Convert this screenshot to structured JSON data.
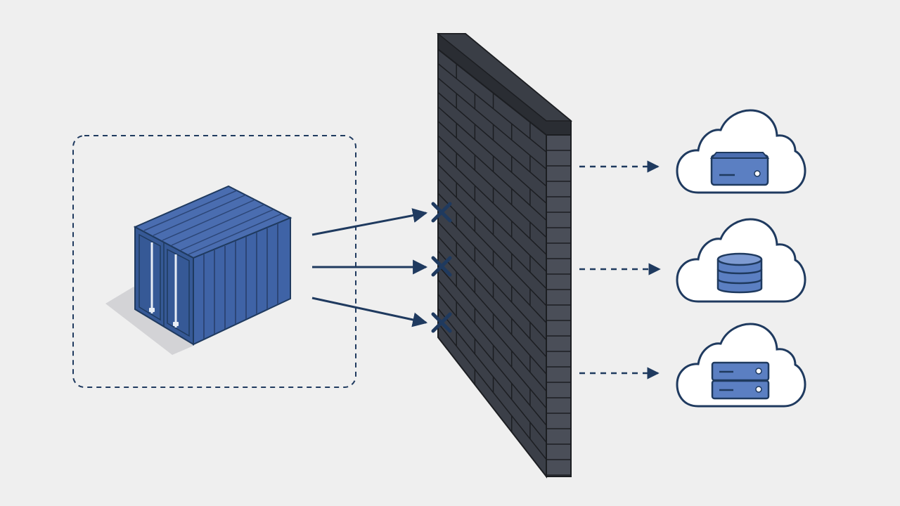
{
  "colors": {
    "background": "#efefef",
    "container": "#3d5f9e",
    "container_side": "#4a6db0",
    "container_dark": "#2c4677",
    "outline": "#1f3a5f",
    "wall_front": "#3b3f48",
    "wall_side": "#2e3139",
    "wall_cap": "#2a2d33",
    "mortar": "#1c1e22",
    "blocked_arrow": "#1f3a5f",
    "allowed_arrow": "#1f3a5f",
    "cloud_fill": "#ffffff",
    "icon_fill": "#5b7fc2"
  },
  "diagram": {
    "isolation_boundary": {
      "style": "dashed"
    },
    "source": {
      "icon": "shipping-container-icon"
    },
    "barrier": {
      "icon": "brick-wall-icon"
    },
    "blocked_connections": [
      {
        "id": "blocked-connection-1",
        "marker": "x-mark-icon"
      },
      {
        "id": "blocked-connection-2",
        "marker": "x-mark-icon"
      },
      {
        "id": "blocked-connection-3",
        "marker": "x-mark-icon"
      }
    ],
    "destinations": [
      {
        "id": "cloud-server",
        "icon": "server-icon"
      },
      {
        "id": "cloud-database",
        "icon": "database-icon"
      },
      {
        "id": "cloud-server-rack",
        "icon": "server-rack-icon"
      }
    ]
  }
}
